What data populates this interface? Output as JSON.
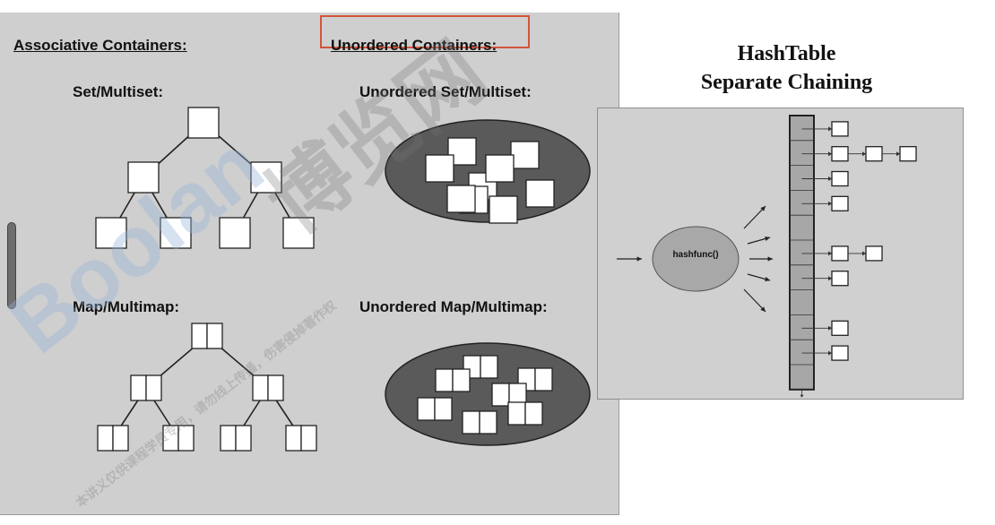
{
  "headers": {
    "associative": "Associative Containers:",
    "unordered": "Unordered Containers:"
  },
  "labels": {
    "set_multiset": "Set/Multiset:",
    "unordered_set_multiset": "Unordered Set/Multiset:",
    "map_multimap": "Map/Multimap:",
    "unordered_map_multimap": "Unordered Map/Multimap:"
  },
  "hashtable": {
    "title_line1": "HashTable",
    "title_line2": "Separate Chaining",
    "hashfunc": "hashfunc()"
  },
  "watermark": {
    "brand": "Boolan",
    "chinese": "博览网",
    "line1": "本讲义仅供课程学员专用，请勿线上传播，伤害侵掉著作权"
  },
  "colors": {
    "slide_bg": "#cfcfcf",
    "highlight_border": "#d4543a",
    "ellipse_fill": "#5a5a5a",
    "bucket_fill": "#a7a7a7",
    "hashfunc_fill": "#a8a8a8"
  }
}
